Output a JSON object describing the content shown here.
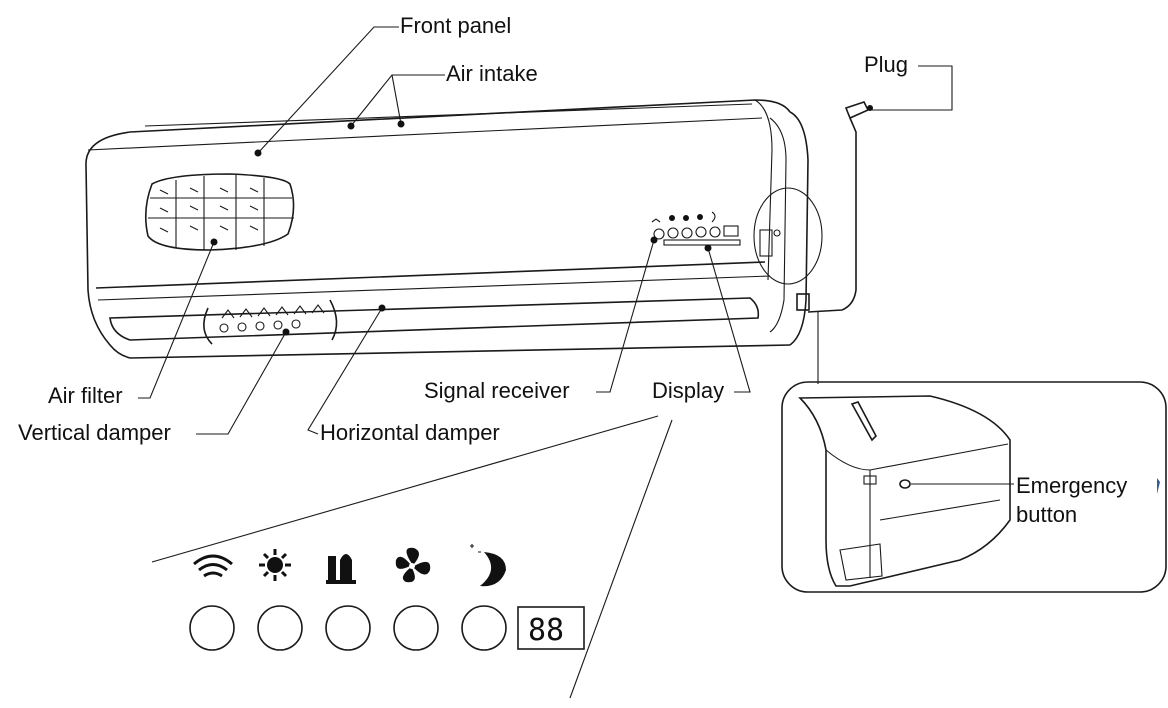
{
  "labels": {
    "front_panel": "Front panel",
    "air_intake": "Air intake",
    "plug": "Plug",
    "air_filter": "Air filter",
    "vertical_damper": "Vertical damper",
    "horizontal_damper": "Horizontal damper",
    "signal_receiver": "Signal receiver",
    "display": "Display",
    "emergency_line1": "Emergency",
    "emergency_line2": "button"
  },
  "display_panel": {
    "readout": "88",
    "icons": [
      "wifi-icon",
      "sun-icon",
      "dehumidify-icon",
      "fan-icon",
      "moon-icon"
    ]
  },
  "colors": {
    "line": "#1a1a1a",
    "background": "#ffffff"
  }
}
